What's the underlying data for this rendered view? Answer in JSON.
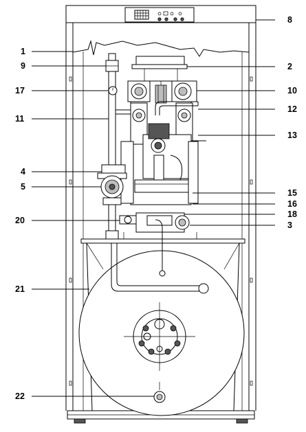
{
  "callouts": {
    "left": [
      "1",
      "9",
      "17",
      "11",
      "4",
      "5",
      "20",
      "21",
      "22"
    ],
    "right": [
      "8",
      "2",
      "10",
      "12",
      "13",
      "15",
      "16",
      "18",
      "3"
    ]
  },
  "colors": {
    "line": "#000000",
    "fill": "#ffffff",
    "shade": "#bdbdbd",
    "dark": "#555555"
  },
  "icons": [
    "display-grid-icon",
    "thermometer-icon",
    "rotary-knob-icon"
  ]
}
